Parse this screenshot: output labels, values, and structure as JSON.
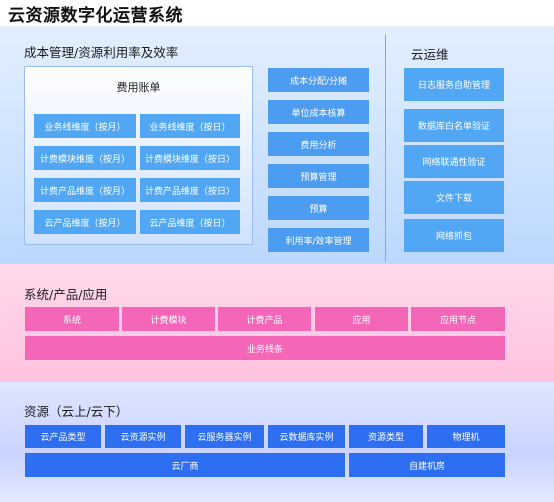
{
  "page_title": "云资源数字化运营系统",
  "cost_section": {
    "title": "成本管理/资源利用率及效率",
    "billing": {
      "title": "费用账单",
      "items": [
        "业务线维度（按月）",
        "业务线维度（按日）",
        "计费模块维度（按月）",
        "计费模块维度（按日）",
        "计费产品维度（按月）",
        "计费产品维度（按日）",
        "云产品维度（按月）",
        "云产品维度（按日）"
      ]
    },
    "functions": [
      "成本分配/分摊",
      "单位成本核算",
      "费用分析",
      "预算管理",
      "预算",
      "利用率/效率管理"
    ]
  },
  "ops_section": {
    "title": "云运维",
    "items": [
      "日志服务自助管理",
      "数据库白名单验证",
      "网络联通性验证",
      "文件下载",
      "网络抓包"
    ]
  },
  "system_section": {
    "title": "系统/产品/应用",
    "items": [
      "系统",
      "计费模块",
      "计费产品",
      "应用",
      "应用节点"
    ],
    "bar": "业务线条"
  },
  "resource_section": {
    "title": "资源（云上/云下）",
    "items": [
      "云产品类型",
      "云资源实例",
      "云服务器实例",
      "云数据库实例",
      "资源类型",
      "物理机"
    ],
    "bars": [
      "云厂商",
      "自建机房"
    ]
  },
  "colors": {
    "light_blue_box": "#52a7f5",
    "pink_box": "#f466b7",
    "dark_blue_box": "#2e6ff1"
  }
}
